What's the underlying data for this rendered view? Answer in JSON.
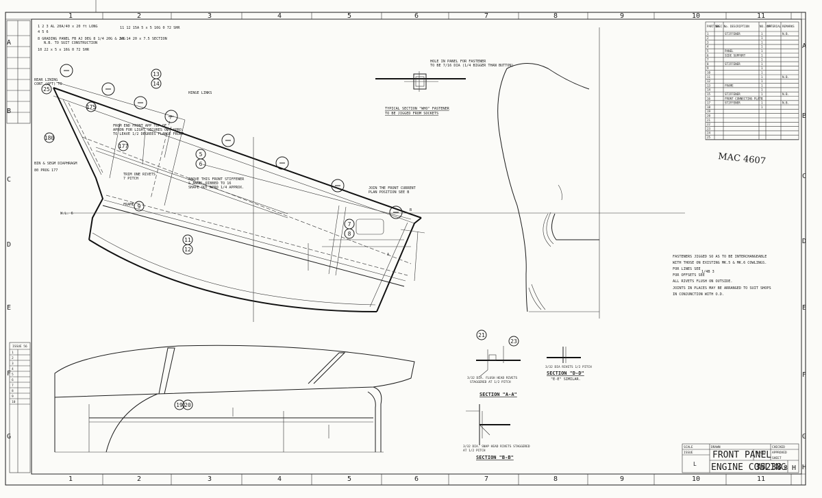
{
  "sheet": {
    "drawing_number": "35238",
    "sheet_ref": "3",
    "revision_letter": "H",
    "handwritten_ref": "MAC 4607",
    "title_line1": "FRONT PANEL",
    "title_line2": "ENGINE COWLING",
    "scale_label": "L"
  },
  "zones": {
    "columns": [
      "1",
      "2",
      "3",
      "4",
      "5",
      "6",
      "7",
      "8",
      "9",
      "10",
      "11"
    ],
    "rows_left": [
      "A",
      "B",
      "C",
      "D",
      "E",
      "F",
      "G"
    ],
    "rows_right": [
      "A",
      "B",
      "C",
      "D",
      "E",
      "F",
      "G",
      "H"
    ]
  },
  "top_notes": [
    "1 2 3 AL 20A/40 x 20 ft LONG",
    "4 5 6",
    "8 GRADING PANEL FB AJ DEG 8 1/4 20G & 24G",
    "N.B. TO SUIT CONSTRUCTION",
    "10 22 x 5 x 16G 0 72 SHR",
    "11 12 15A 5 x 5 16G 0 72 SHR",
    "13 14 20 x 7.5 SECTION"
  ],
  "callouts": [
    {
      "id": "13"
    },
    {
      "id": "14"
    },
    {
      "id": "25"
    },
    {
      "id": "175"
    },
    {
      "id": "180"
    },
    {
      "id": "177"
    },
    {
      "id": "5"
    },
    {
      "id": "6"
    },
    {
      "id": "9"
    },
    {
      "id": "11"
    },
    {
      "id": "12"
    },
    {
      "id": "7"
    },
    {
      "id": "8"
    },
    {
      "id": "19"
    },
    {
      "id": "20"
    },
    {
      "id": "21"
    },
    {
      "id": "23"
    }
  ],
  "annotations": {
    "hinge_label": "HINGE LINKS",
    "typical_section_title": "TYPICAL SECTION \"WHO\" FASTENER",
    "typical_section_sub": "TO BE JIGGED FROM SOCKETS",
    "fastener_note": "HOLE IN PANEL FOR FASTENER",
    "fastener_note2": "TO BE 7/16 DIA (1/4 BIGGER THAN BUTTON)",
    "front_edge_note": "FROM END FRONT APP TOP OF",
    "front_edge_note2": "APRON FOR LIGHT SECURES OUT APRO.",
    "front_edge_note3": "TO LEAVE 1/2 DEGREES FLANGE FRONT",
    "mid_note": "ABOVE THIS FRONT STIFFENER",
    "mid_note2": "& ANGEL RIBBED TO 16",
    "mid_note3": "SHAPE OUT APRO 1/4 APPROX.",
    "rib_note": "TRIM ONE RIVETS",
    "rib_note2": "7 PITCH",
    "left_note": "BIN & SEGM DIAPHRAGM",
    "left_note2": "80 PROG 177",
    "top_left_note": "REAR LINING",
    "top_left_note2": "CONT (AFT) TO",
    "right_panel_note": "JOIN THE FRONT CURRENT",
    "right_panel_note2": "PLAN POSITION SEE B",
    "frame_label": "FRAME",
    "wl_label": "W.L. 6",
    "dim_b": "B",
    "dim_a": "A"
  },
  "notes_block": [
    "FASTENERS JIGGED SO AS TO BE INTERCHANGEABLE",
    "WITH THOSE ON EXISTING MK.5 & MK.6 COWLINGS.",
    "FOR LINES SEE",
    "FOR OFFSETS SEE",
    "ALL RIVETS FLUSH ON OUTSIDE.",
    "JOINTS IN PLACES MAY BE ARRANGED TO SUIT SHOPS",
    "IN CONJUNCTION WITH O.D."
  ],
  "notes_ref": "1/4B 3",
  "sections": {
    "a_title": "SECTION \"A-A\"",
    "a_note": "3/32 DIA. FLUSH HEAD RIVETS",
    "a_note2": "STAGGERED AT 1/2 PITCH",
    "b_title": "SECTION \"B-B\"",
    "b_note": "3/32 DIA. SNAP HEAD RIVETS STAGGERED",
    "b_note2": "AT 1/2 PITCH",
    "d_title": "SECTION \"D-D\"",
    "d_sub": "\"E-E\" SIMILAR.",
    "d_note": "3/32 DIA RIVETS 1/2 PITCH"
  },
  "bom": {
    "headers": [
      "PART No.",
      "SPEC No.",
      "DESCRIPTION",
      "NO. OFF",
      "MATERIAL",
      "REMARKS"
    ],
    "rows": [
      [
        "1",
        "",
        "STIFFENER",
        "1",
        "",
        "N.B."
      ],
      [
        "2",
        "",
        "",
        "1",
        "",
        ""
      ],
      [
        "3",
        "",
        "",
        "1",
        "",
        ""
      ],
      [
        "4",
        "",
        "",
        "1",
        "",
        ""
      ],
      [
        "5",
        "",
        "PANEL",
        "1",
        "",
        ""
      ],
      [
        "6",
        "",
        "SIDE SUPPORT",
        "1",
        "",
        ""
      ],
      [
        "7",
        "",
        "",
        "1",
        "",
        ""
      ],
      [
        "8",
        "",
        "STIFFENER",
        "1",
        "",
        ""
      ],
      [
        "9",
        "",
        "",
        "1",
        "",
        ""
      ],
      [
        "10",
        "",
        "",
        "1",
        "",
        ""
      ],
      [
        "11",
        "",
        "",
        "1",
        "",
        "N.B."
      ],
      [
        "12",
        "",
        "",
        "1",
        "",
        ""
      ],
      [
        "13",
        "",
        "FRAME",
        "1",
        "",
        ""
      ],
      [
        "14",
        "",
        "",
        "1",
        "",
        ""
      ],
      [
        "15",
        "",
        "STIFFENER",
        "1",
        "",
        "N.B."
      ],
      [
        "16",
        "",
        "FRONT CONNECTING PLATE",
        "1",
        "",
        ""
      ],
      [
        "17",
        "",
        "STIFFENER",
        "1",
        "",
        "N.B."
      ],
      [
        "18",
        "",
        "",
        "1",
        "",
        ""
      ],
      [
        "19",
        "",
        "",
        "",
        "",
        ""
      ],
      [
        "20",
        "",
        "",
        "",
        "",
        ""
      ],
      [
        "21",
        "",
        "",
        "",
        "",
        ""
      ],
      [
        "22",
        "",
        "",
        "",
        "",
        ""
      ],
      [
        "23",
        "",
        "",
        "",
        "",
        ""
      ],
      [
        "24",
        "",
        "",
        "",
        "",
        ""
      ],
      [
        "25",
        "",
        "",
        "",
        "",
        ""
      ]
    ]
  },
  "left_issue_block": {
    "header": "ISSUE 56",
    "rows": [
      "1",
      "2",
      "3",
      "4",
      "5",
      "6",
      "7",
      "8",
      "9",
      "10"
    ]
  },
  "title_block": {
    "labels": [
      "SCALE",
      "DRAWN",
      "TRACED",
      "CHECKED",
      "APPROVED"
    ],
    "issue_label": "ISSUE",
    "sheet_label": "SHEET"
  }
}
